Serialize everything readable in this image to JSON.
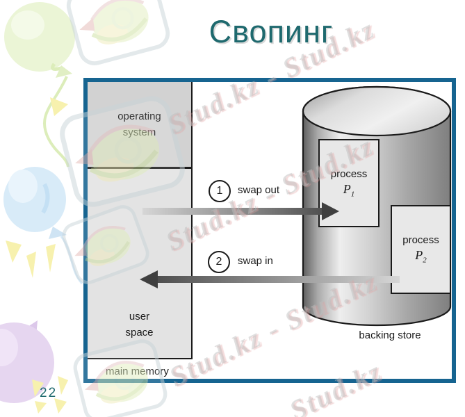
{
  "slide": {
    "title": "Свопинг",
    "page_number": "22"
  },
  "memory": {
    "os_line1": "operating",
    "os_line2": "system",
    "user_line1": "user",
    "user_line2": "space",
    "caption": "main memory"
  },
  "swap": {
    "out_num": "1",
    "out_label": "swap out",
    "in_num": "2",
    "in_label": "swap in"
  },
  "backing": {
    "caption": "backing store",
    "p1_label": "process",
    "p1_name": "P",
    "p1_sub": "1",
    "p2_label": "process",
    "p2_name": "P",
    "p2_sub": "2"
  },
  "watermark": {
    "long": "Stud.kz - Stud.kz",
    "short": "Stud.kz"
  },
  "colors": {
    "title_teal": "#1e696e",
    "frame_blue": "#166490"
  },
  "icons": {
    "decorations": [
      "green-balloon-icon",
      "blue-balloon-icon",
      "purple-balloon-icon",
      "sparkle-icon",
      "hummingbird-logo-icon"
    ]
  }
}
